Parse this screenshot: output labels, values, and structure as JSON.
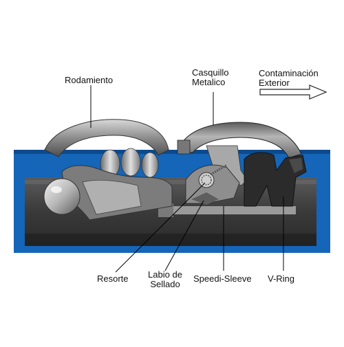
{
  "colors": {
    "housing_blue": "#1565b8",
    "housing_blue_dark": "#0d4a8c",
    "shaft_dark": "#3a3a3a",
    "steel_light": "#c9c9c9",
    "steel_mid": "#8a8a8a",
    "steel_dark": "#4a4a4a",
    "seal_black": "#2b2b2b",
    "leader": "#000000"
  },
  "labels": {
    "bearing": "Rodamiento",
    "metal_cup_line1": "Casquillo",
    "metal_cup_line2": "Metalico",
    "contamination_line1": "Contaminación",
    "contamination_line2": "Exterior",
    "spring": "Resorte",
    "seal_lip_line1": "Labio de",
    "seal_lip_line2": "Sellado",
    "speedi_sleeve": "Speedi-Sleeve",
    "v_ring": "V-Ring"
  },
  "icons": {
    "contamination_arrow": "right-arrow-icon"
  }
}
